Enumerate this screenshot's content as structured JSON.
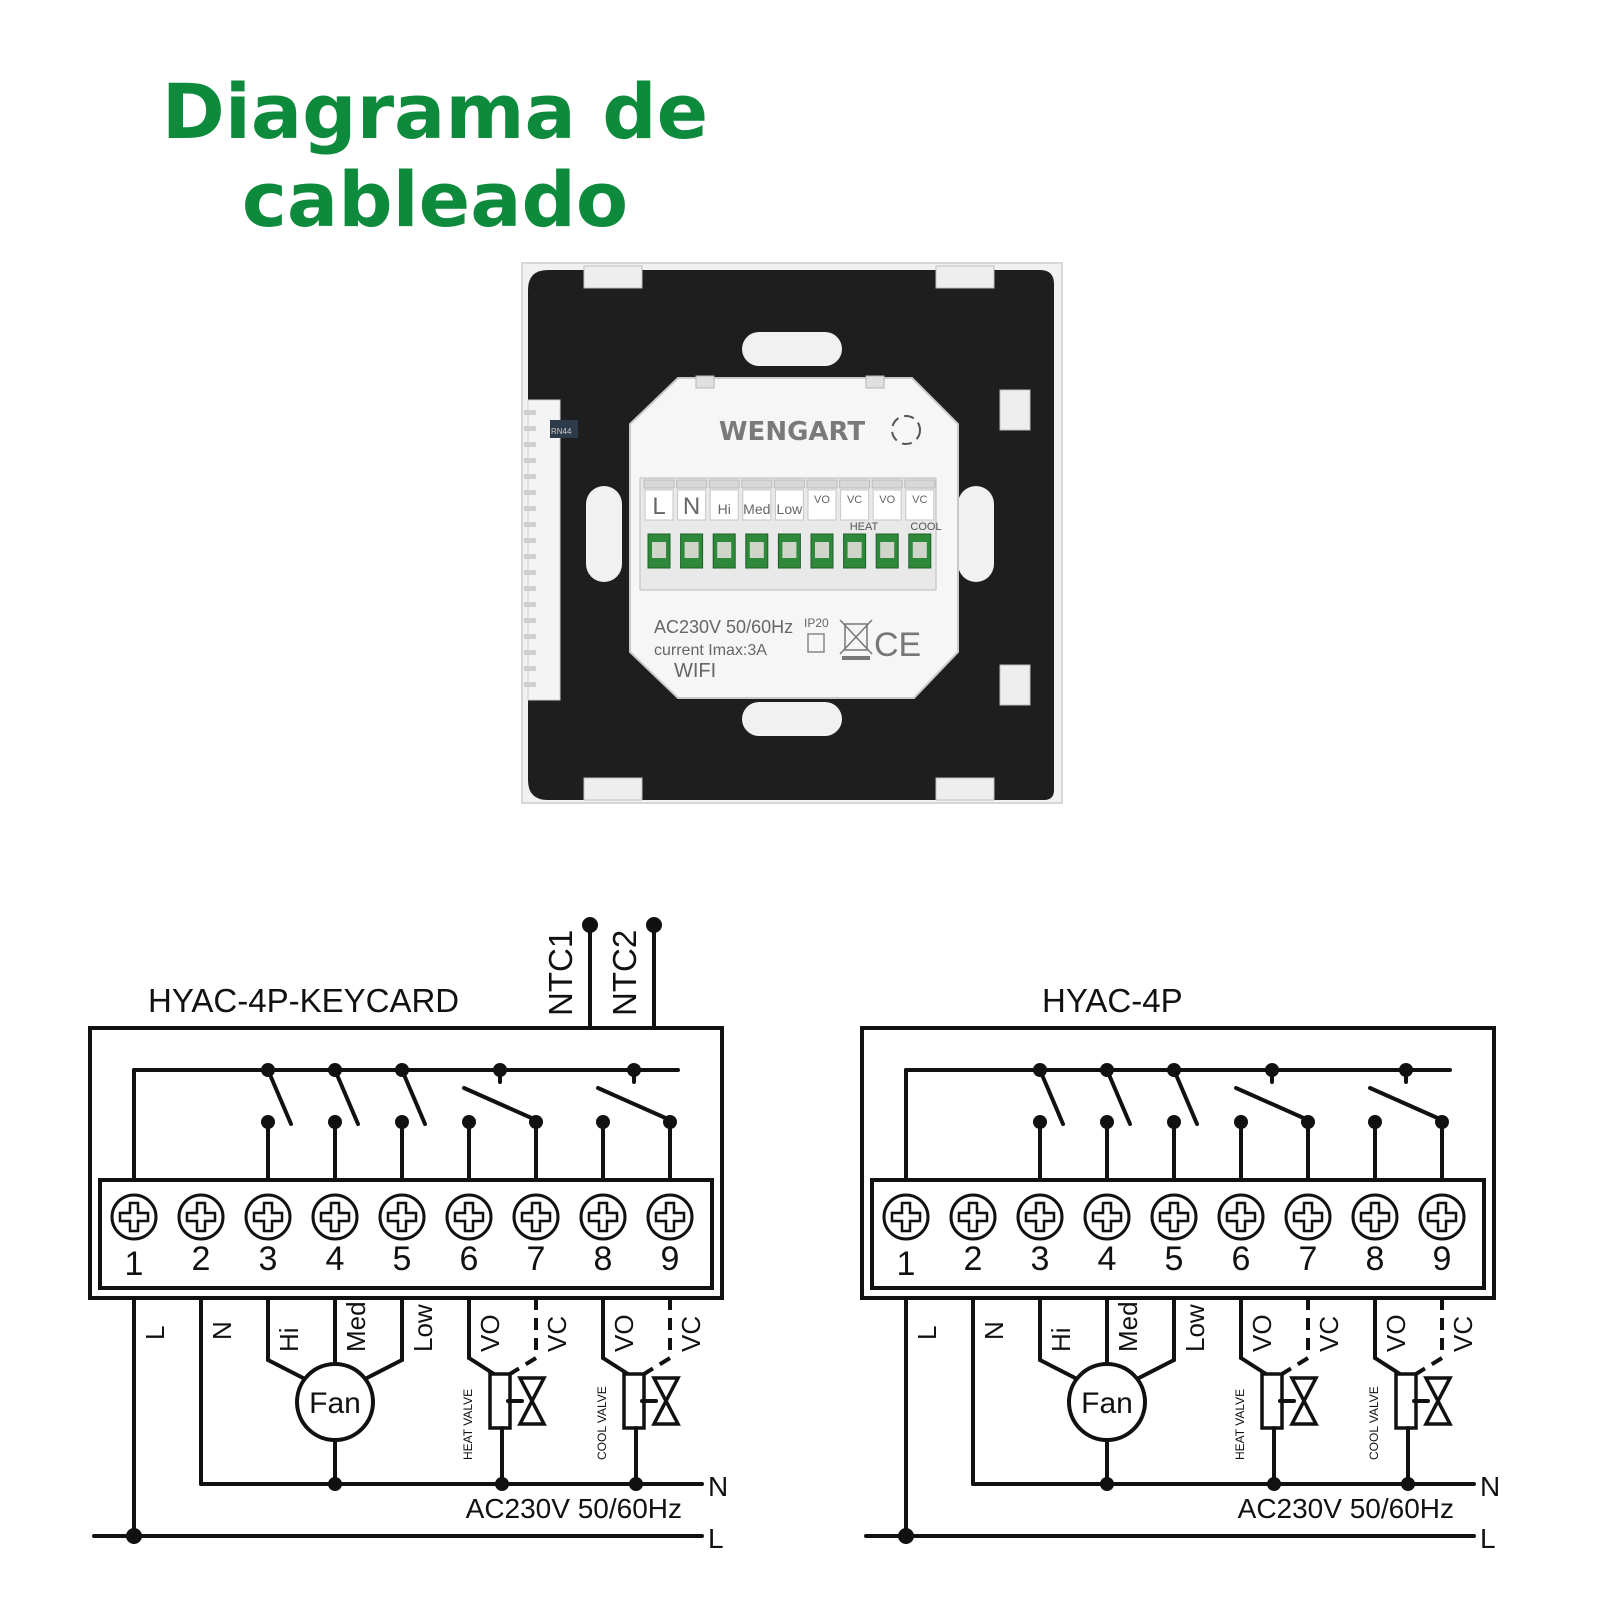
{
  "title_line1": "Diagrama de",
  "title_line2": "cableado",
  "device": {
    "brand": "WENGART",
    "terminals": [
      "L",
      "N",
      "Hi",
      "Med",
      "Low",
      "VO",
      "VC",
      "VO",
      "VC"
    ],
    "groups": [
      "HEAT",
      "COOL"
    ],
    "rating": "AC230V 50/60Hz",
    "ip": "IP20",
    "current": "current Imax:3A",
    "wifi": "WIFI",
    "ce": "CE",
    "tiny_label": "RN44"
  },
  "diagrams": [
    {
      "model": "HYAC-4P-KEYCARD",
      "ntc": [
        "NTC1",
        "NTC2"
      ],
      "terminals": [
        "1",
        "2",
        "3",
        "4",
        "5",
        "6",
        "7",
        "8",
        "9"
      ],
      "wires": [
        "L",
        "N",
        "Hi",
        "Med",
        "Low",
        "VO",
        "VC",
        "VO",
        "VC"
      ],
      "fan": "Fan",
      "heat_valve": "HEAT VALVE",
      "cool_valve": "COOL VALVE",
      "supply": "AC230V 50/60Hz",
      "line_n": "N",
      "line_l": "L"
    },
    {
      "model": "HYAC-4P",
      "ntc": [],
      "terminals": [
        "1",
        "2",
        "3",
        "4",
        "5",
        "6",
        "7",
        "8",
        "9"
      ],
      "wires": [
        "L",
        "N",
        "Hi",
        "Med",
        "Low",
        "VO",
        "VC",
        "VO",
        "VC"
      ],
      "fan": "Fan",
      "heat_valve": "HEAT VALVE",
      "cool_valve": "COOL VALVE",
      "supply": "AC230V 50/60Hz",
      "line_n": "N",
      "line_l": "L"
    }
  ]
}
